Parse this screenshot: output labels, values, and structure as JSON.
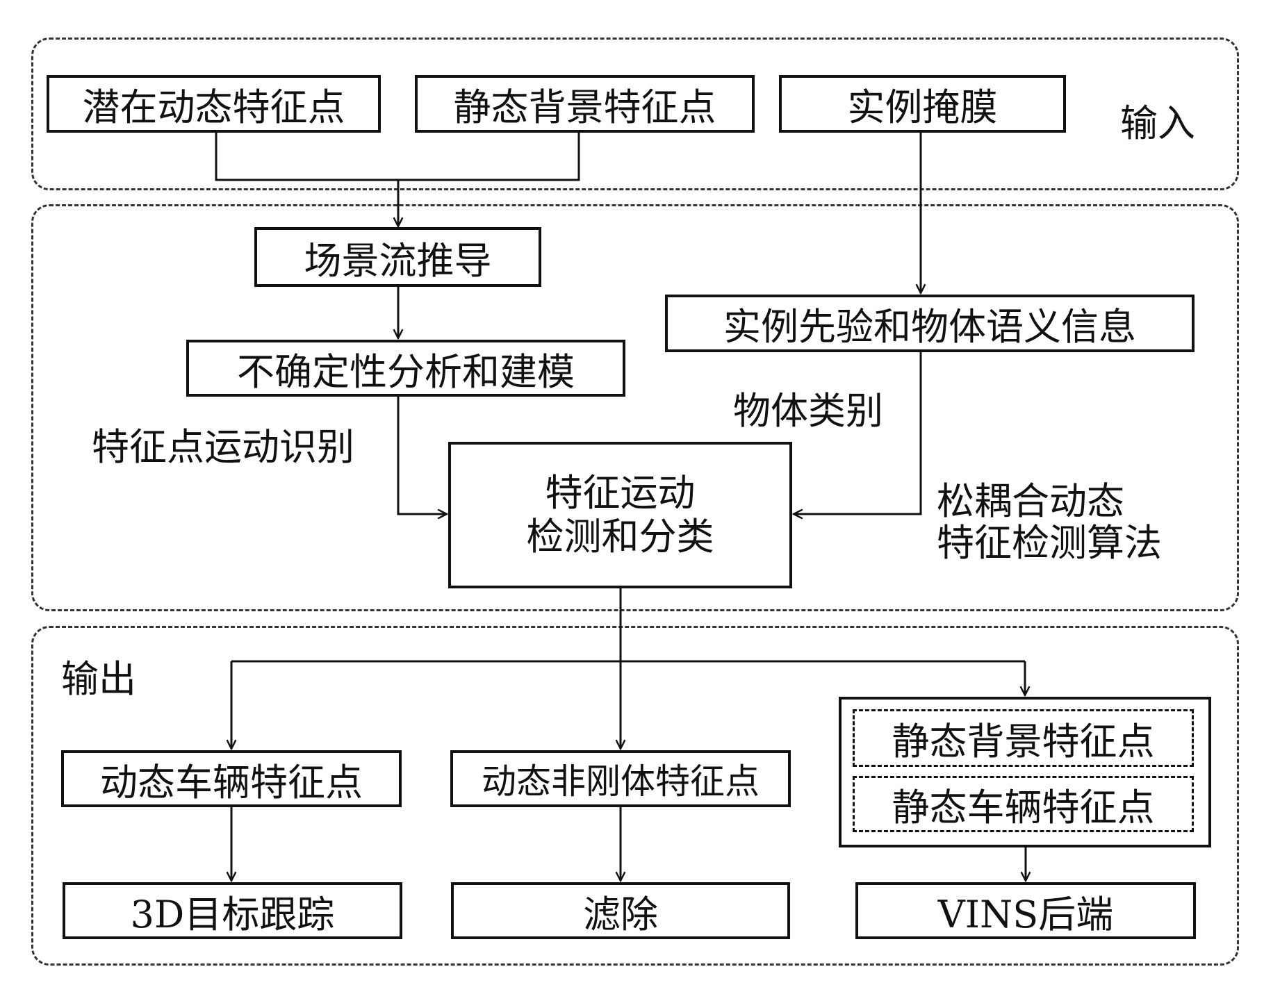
{
  "groups": {
    "input": {
      "label": "输入"
    },
    "process": {
      "label": "松耦合动态\n特征检测算法",
      "label_line1": "松耦合动态",
      "label_line2": "特征检测算法"
    },
    "output": {
      "label": "输出"
    }
  },
  "input_nodes": {
    "potential_dynamic": "潜在动态特征点",
    "static_background": "静态背景特征点",
    "instance_mask": "实例掩膜"
  },
  "process_nodes": {
    "scene_flow": "场景流推导",
    "uncertainty": "不确定性分析和建模",
    "instance_prior": "实例先验和物体语义信息",
    "motion_detect_line1": "特征运动",
    "motion_detect_line2": "检测和分类"
  },
  "edge_labels": {
    "feature_motion_recognition": "特征点运动识别",
    "object_category": "物体类别"
  },
  "output_nodes": {
    "dynamic_vehicle": "动态车辆特征点",
    "dynamic_nonrigid": "动态非刚体特征点",
    "static_background": "静态背景特征点",
    "static_vehicle": "静态车辆特征点",
    "tracking_3d": "3D目标跟踪",
    "filter_out": "滤除",
    "vins_backend": "VINS后端"
  }
}
